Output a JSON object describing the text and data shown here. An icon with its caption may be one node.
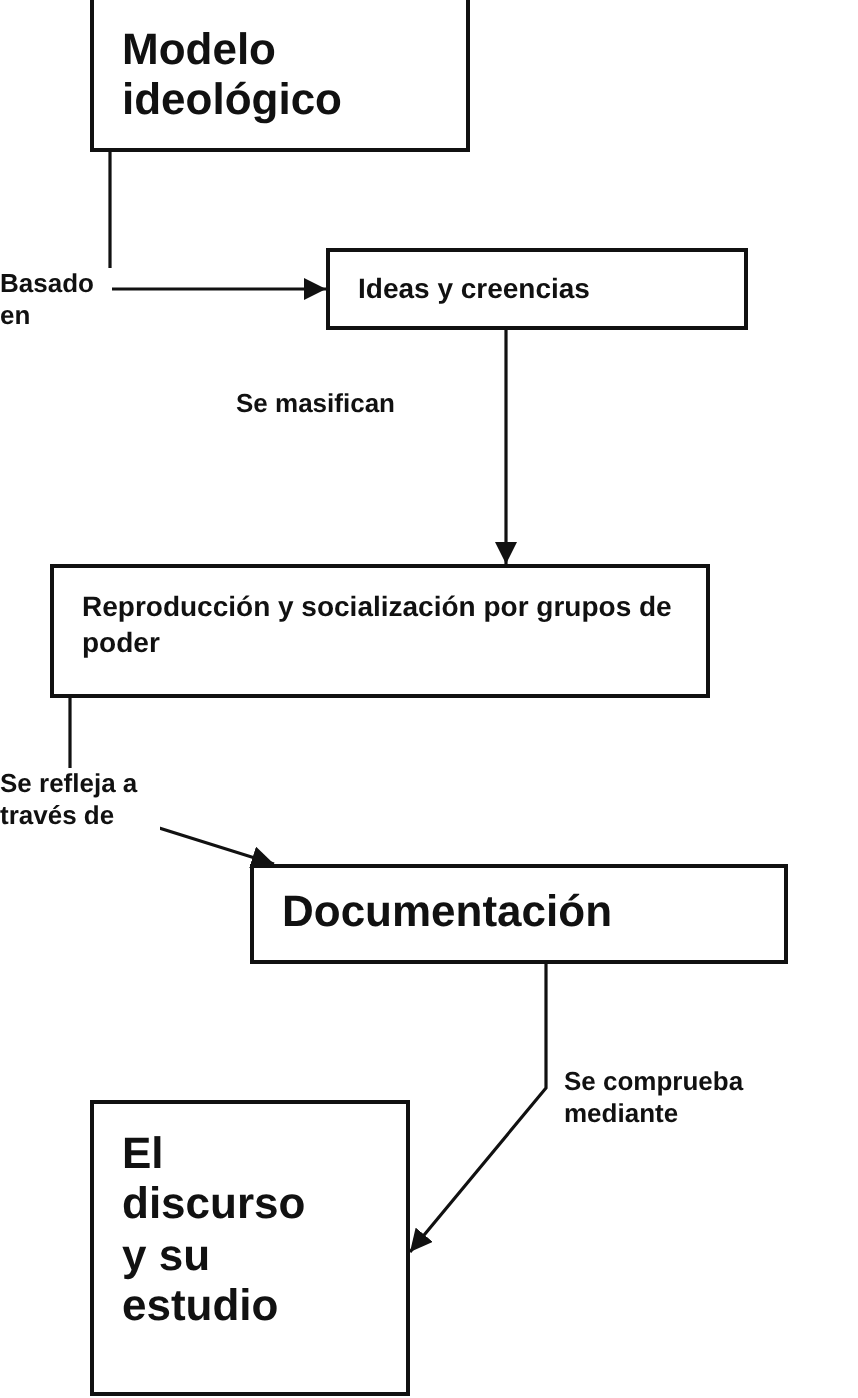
{
  "diagram": {
    "nodes": [
      {
        "text": [
          "Modelo ideológico"
        ]
      },
      {
        "text": [
          "Ideas y creencias"
        ]
      },
      {
        "text": [
          "Reproducción y socialización por grupos de poder"
        ]
      },
      {
        "text": [
          "Documentación"
        ]
      },
      {
        "text": [
          "El discurso y su estudio"
        ]
      }
    ],
    "edges": [
      {
        "from": 0,
        "to": 1,
        "arrow": "to",
        "label": "Basado en"
      },
      {
        "from": 1,
        "to": 2,
        "arrow": "to",
        "label": "Se masifican"
      },
      {
        "from": 2,
        "to": 3,
        "arrow": "to",
        "label": "Se refleja a través de"
      },
      {
        "from": 3,
        "to": 4,
        "arrow": "to",
        "label": "Se comprueba mediante"
      }
    ]
  }
}
